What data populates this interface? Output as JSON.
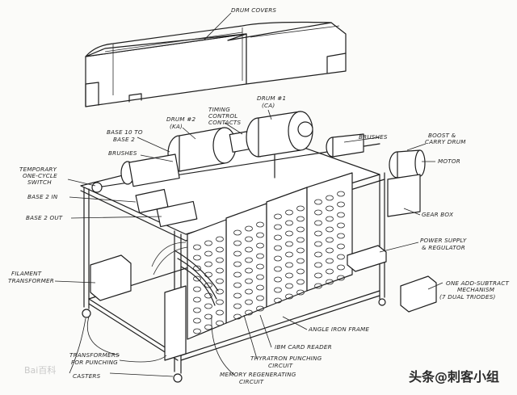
{
  "labels": {
    "drum_covers": "DRUM COVERS",
    "drum1_a": "DRUM #1",
    "drum1_b": "(CA)",
    "drum2_a": "DRUM #2",
    "drum2_b": "(KA)",
    "timing_a": "TIMING",
    "timing_b": "CONTROL",
    "timing_c": "CONTACTS",
    "base10_a": "BASE 10 TO",
    "base10_b": "BASE 2",
    "brushes_left": "BRUSHES",
    "brushes_right": "BRUSHES",
    "boost_a": "BOOST &",
    "boost_b": "CARRY DRUM",
    "motor": "MOTOR",
    "temp_a": "TEMPORARY",
    "temp_b": "ONE-CYCLE",
    "temp_c": "SWITCH",
    "base2_in": "BASE 2 IN",
    "base2_out": "BASE 2 OUT",
    "gear_box": "GEAR BOX",
    "power_a": "POWER SUPPLY",
    "power_b": "& REGULATOR",
    "filament_a": "FILAMENT",
    "filament_b": "TRANSFORMER",
    "addsub_a": "ONE ADD-SUBTRACT",
    "addsub_b": "MECHANISM",
    "addsub_c": "(7 DUAL TRIODES)",
    "angle_iron": "ANGLE IRON FRAME",
    "ibm_reader": "IBM CARD READER",
    "thyratron_a": "THYRATRON PUNCHING",
    "thyratron_b": "CIRCUIT",
    "transformers_a": "TRANSFORMERS",
    "transformers_b": "FOR PUNCHING",
    "memory_a": "MEMORY REGENERATING",
    "memory_b": "CIRCUIT",
    "casters": "CASTERS"
  },
  "watermarks": {
    "bottom_right": "头条@刺客小组",
    "baidu": "Bai百科"
  }
}
